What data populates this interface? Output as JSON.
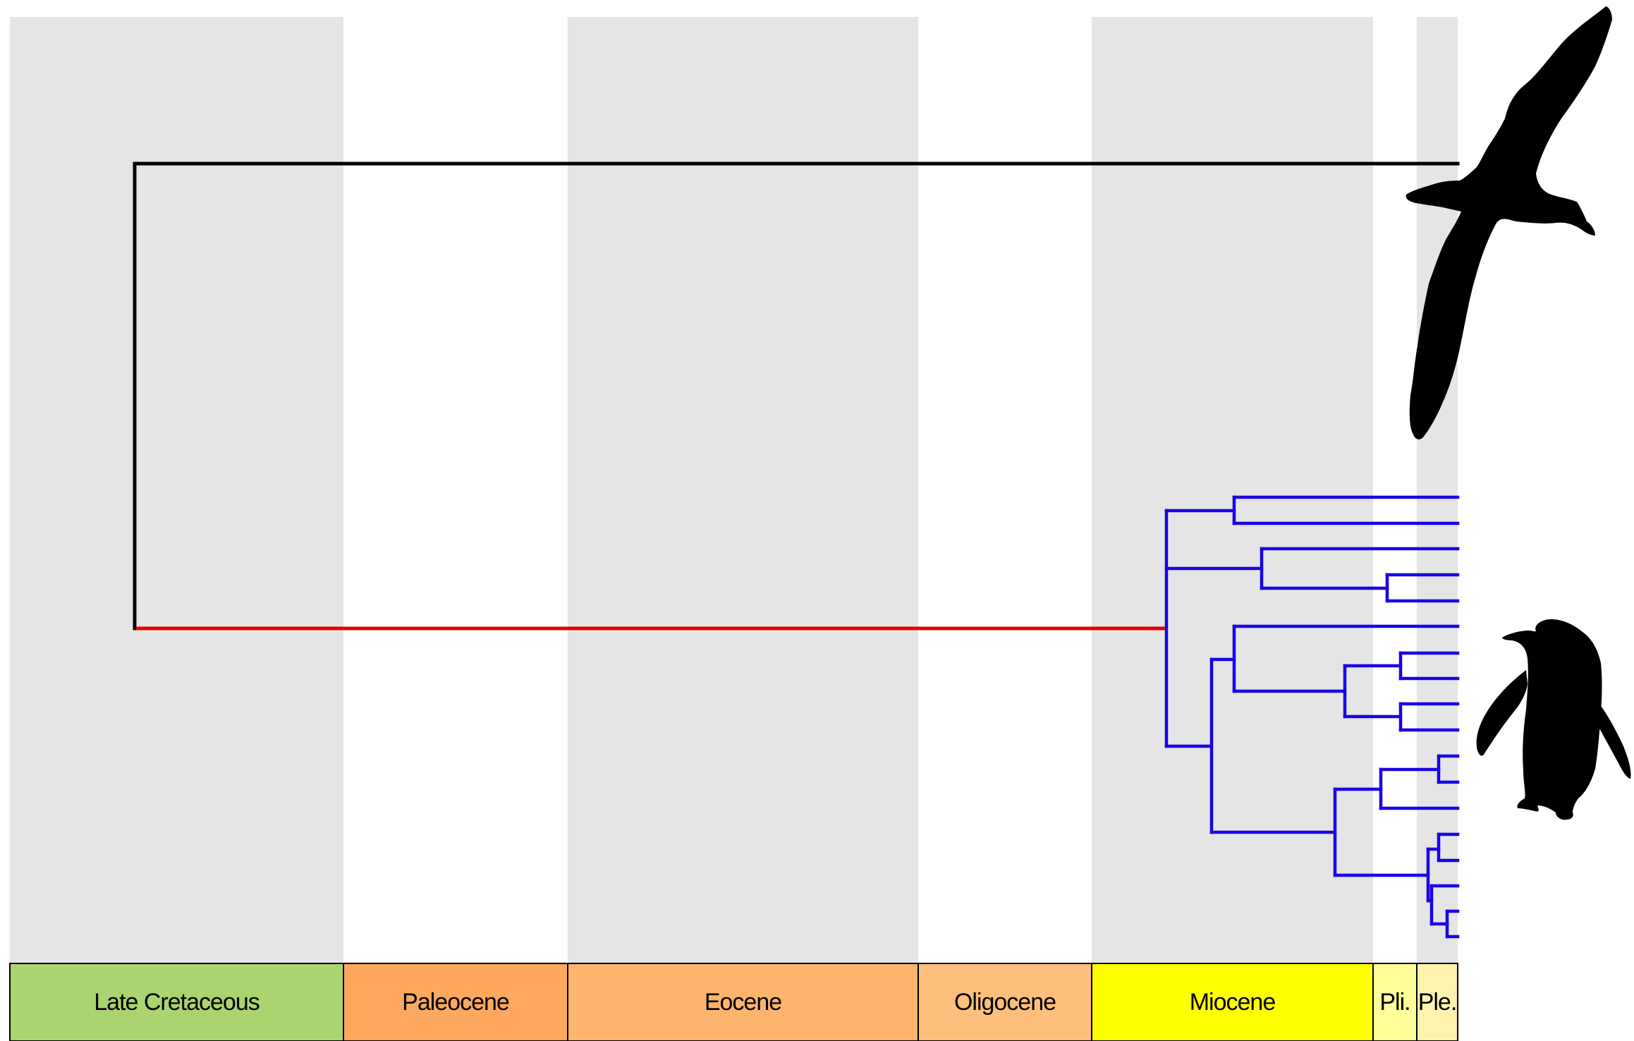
{
  "timescale": {
    "epochs": [
      {
        "name": "Late Cretaceous",
        "color": "#a9d46f",
        "band": "gray"
      },
      {
        "name": "Paleocene",
        "color": "#fda75f",
        "band": "white"
      },
      {
        "name": "Eocene",
        "color": "#fdb46c",
        "band": "gray"
      },
      {
        "name": "Oligocene",
        "color": "#febf7c",
        "band": "white"
      },
      {
        "name": "Miocene",
        "color": "#ffff00",
        "band": "gray"
      },
      {
        "name": "Pli.",
        "color": "#ffff99",
        "band": "white"
      },
      {
        "name": "Ple.",
        "color": "#fff2ae",
        "band": "gray"
      }
    ],
    "band_color": "#e5e5e5"
  },
  "tree": {
    "outgroup_color": "#000000",
    "stem_color": "#e60000",
    "crown_color": "#1a00e6"
  },
  "silhouettes": [
    {
      "icon": "albatross-silhouette",
      "color": "#000000"
    },
    {
      "icon": "penguin-silhouette",
      "color": "#000000"
    }
  ]
}
